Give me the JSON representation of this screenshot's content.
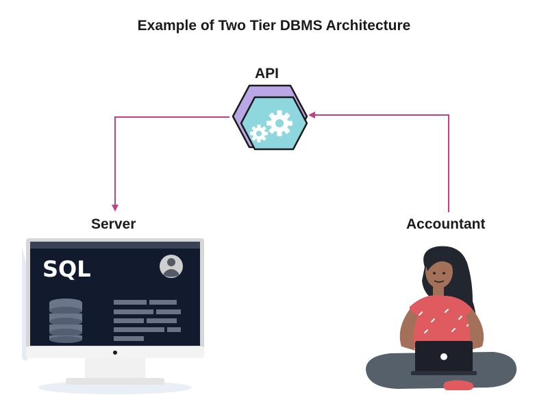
{
  "diagram": {
    "title": "Example of Two Tier DBMS Architecture",
    "nodes": {
      "api": {
        "label": "API",
        "icon": "gears-icon"
      },
      "server": {
        "label": "Server",
        "icon": "monitor-icon",
        "screen_text": "SQL"
      },
      "accountant": {
        "label": "Accountant",
        "icon": "person-with-laptop-icon"
      }
    },
    "edges": [
      {
        "from": "accountant",
        "to": "api"
      },
      {
        "from": "api",
        "to": "server"
      }
    ],
    "colors": {
      "arrow": "#c2407f",
      "hex_outer": "#b9a7e6",
      "hex_inner": "#8fd7de",
      "screen": "#121a2e",
      "shirt": "#e05b60"
    }
  }
}
